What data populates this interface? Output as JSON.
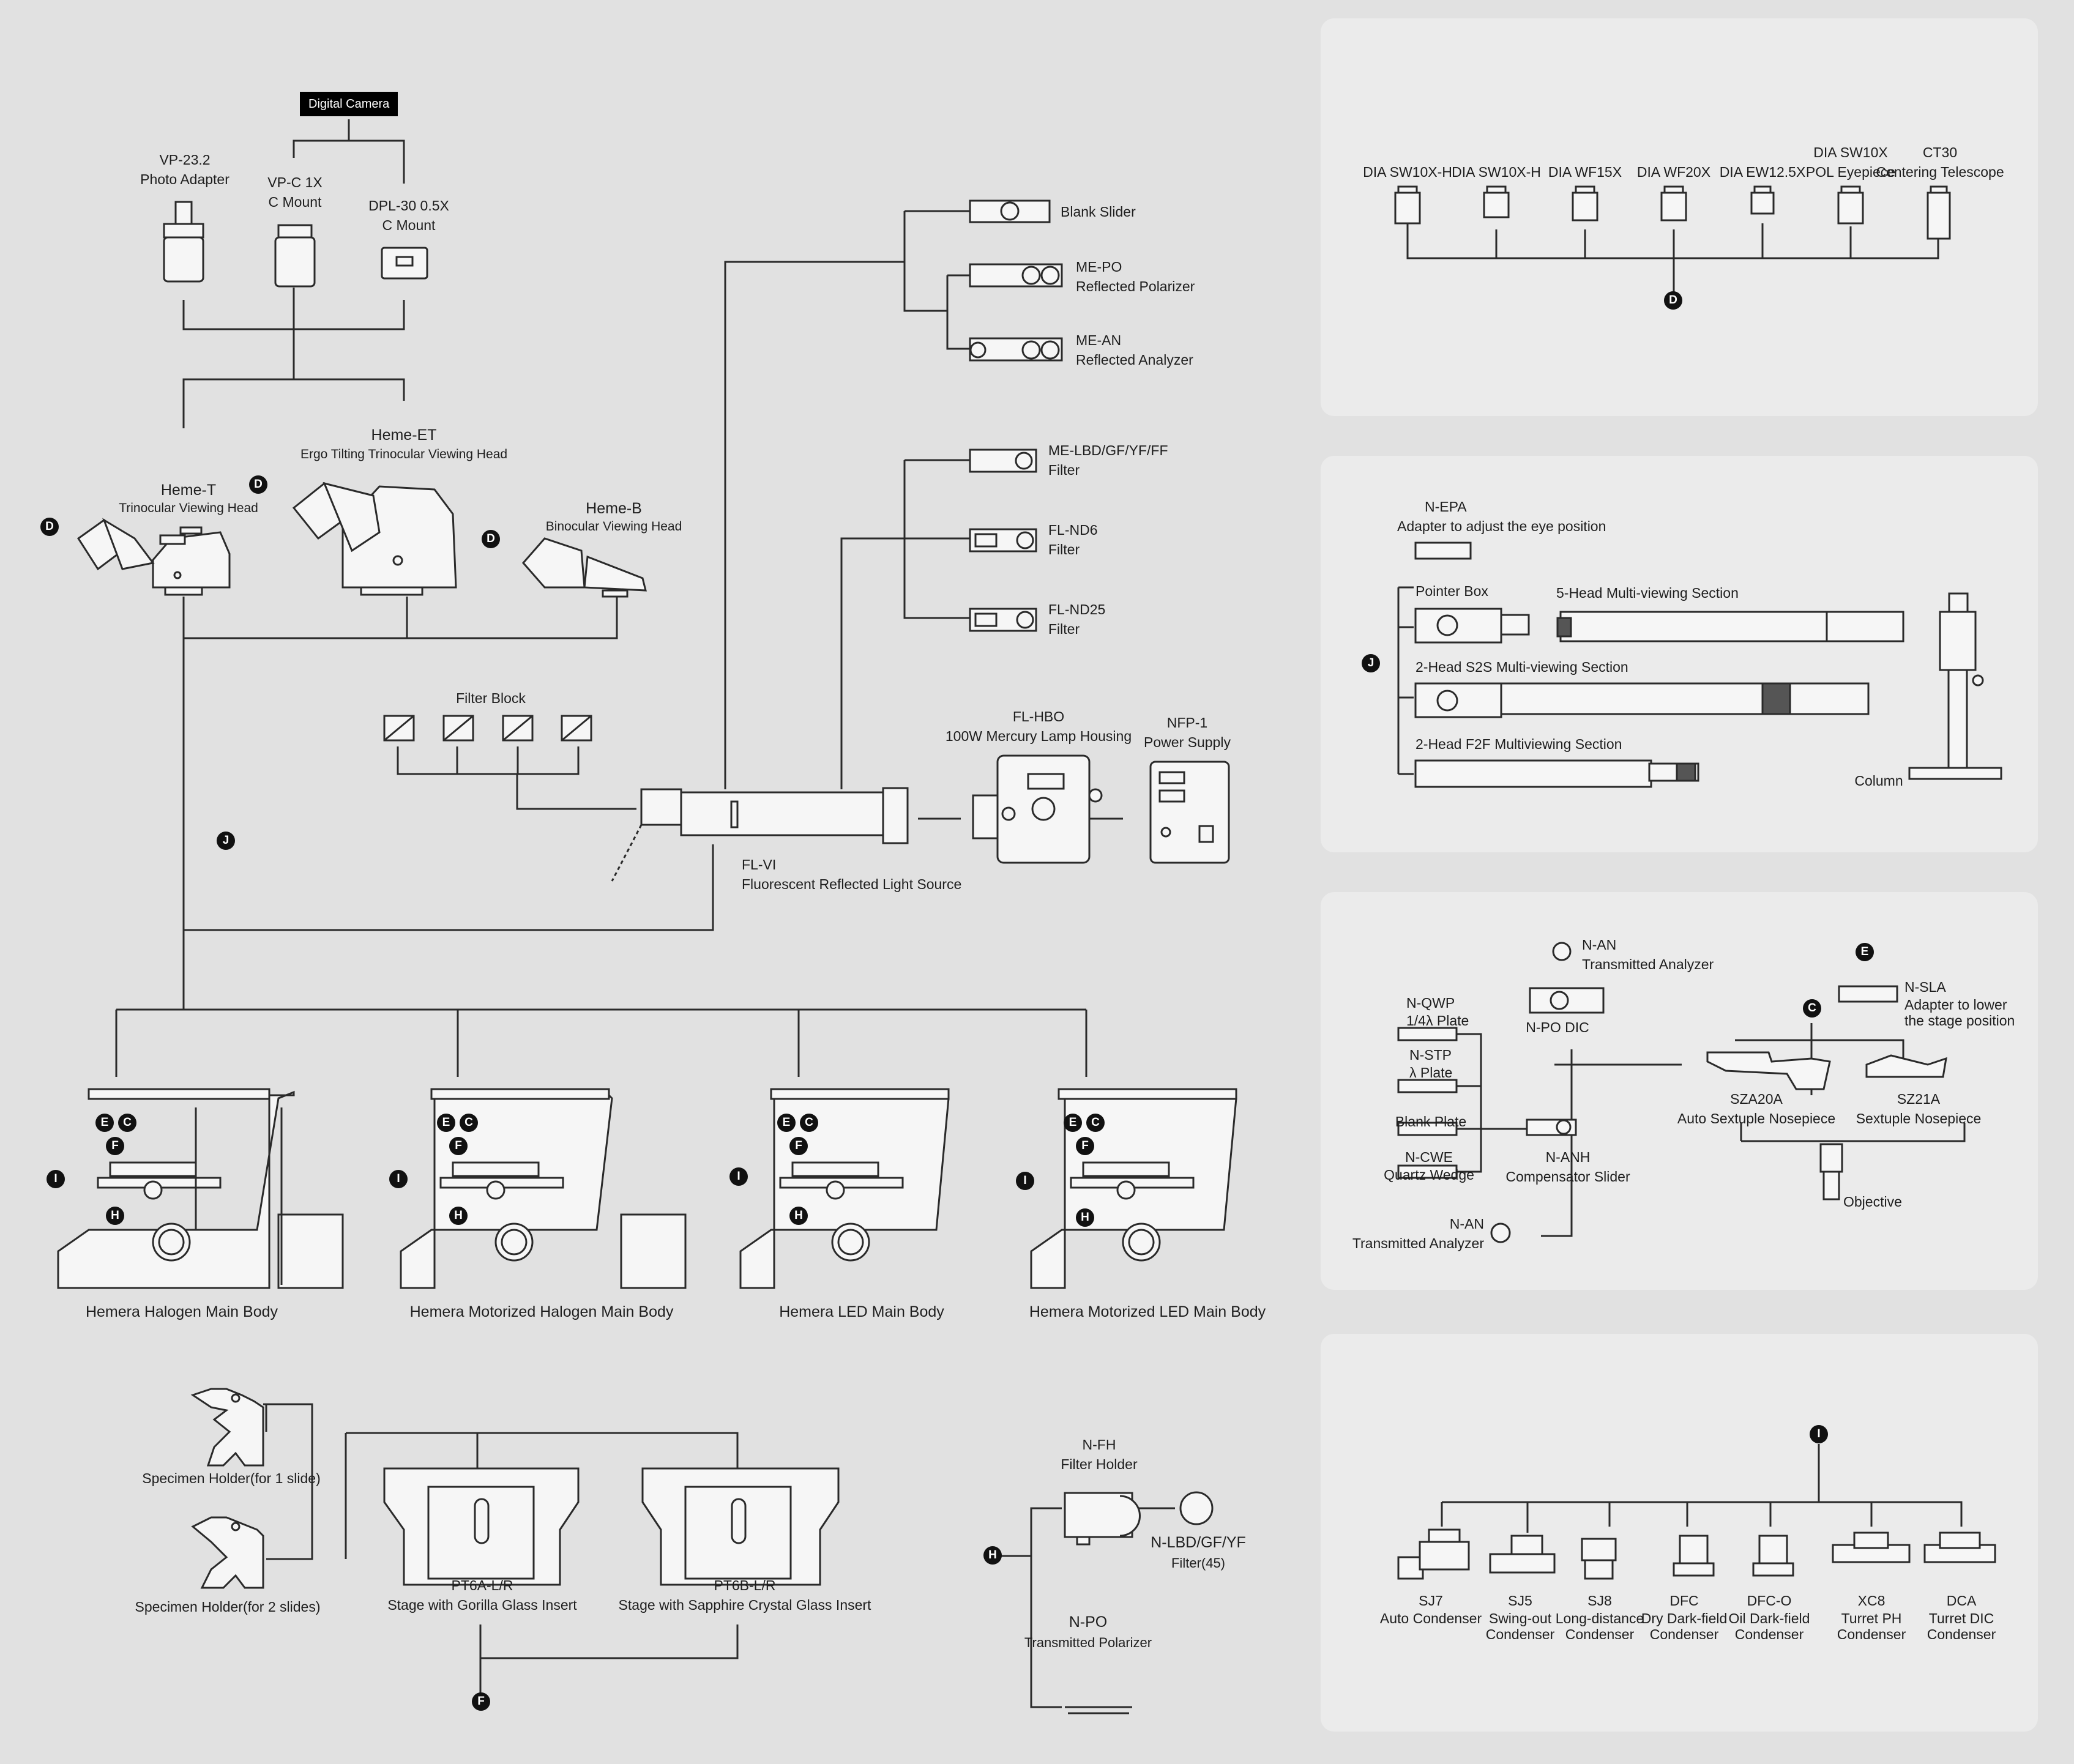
{
  "digital_camera": "Digital Camera",
  "camera": {
    "vp232": [
      "VP-23.2",
      "Photo Adapter"
    ],
    "vpc1x": [
      "VP-C 1X",
      "C Mount"
    ],
    "dpl30": [
      "DPL-30 0.5X",
      "C Mount"
    ]
  },
  "heads": {
    "heme_t": [
      "Heme-T",
      "Trinocular Viewing Head"
    ],
    "heme_et": [
      "Heme-ET",
      "Ergo Tilting Trinocular Viewing Head"
    ],
    "heme_b": [
      "Heme-B",
      "Binocular Viewing Head"
    ]
  },
  "sliders": {
    "blank": [
      "Blank Slider"
    ],
    "me_po": [
      "ME-PO",
      "Reflected Polarizer"
    ],
    "me_an": [
      "ME-AN",
      "Reflected Analyzer"
    ]
  },
  "filters": {
    "me_lbd": [
      "ME-LBD/GF/YF/FF",
      "Filter"
    ],
    "fl_nd6": [
      "FL-ND6",
      "Filter"
    ],
    "fl_nd25": [
      "FL-ND25",
      "Filter"
    ]
  },
  "filter_block": "Filter Block",
  "fl_hbo": [
    "FL-HBO",
    "100W Mercury Lamp Housing"
  ],
  "nfp1": [
    "NFP-1",
    "Power Supply"
  ],
  "fl_vi": [
    "FL-VI",
    "Fluorescent Reflected Light Source"
  ],
  "bodies": [
    "Hemera Halogen Main Body",
    "Hemera Motorized Halogen Main Body",
    "Hemera LED Main Body",
    "Hemera Motorized LED Main Body"
  ],
  "stage": {
    "holder1": "Specimen Holder(for 1 slide)",
    "holder2": "Specimen Holder(for 2 slides)",
    "pt6a": [
      "PT6A-L/R",
      "Stage with Gorilla Glass Insert"
    ],
    "pt6b": [
      "PT6B-L/R",
      "Stage with Sapphire Crystal Glass Insert"
    ]
  },
  "fh": {
    "nfh": [
      "N-FH",
      "Filter Holder"
    ],
    "nlbd": [
      "N-LBD/GF/YF",
      "Filter(45)"
    ],
    "npo": [
      "N-PO",
      "Transmitted Polarizer"
    ]
  },
  "eyepieces": [
    [
      "DIA SW10X-H"
    ],
    [
      "DIA SW10X-H"
    ],
    [
      "DIA WF15X"
    ],
    [
      "DIA WF20X"
    ],
    [
      "DIA EW12.5X"
    ],
    [
      "DIA SW10X",
      "POL Eyepiece"
    ],
    [
      "CT30",
      "Centering Telescope"
    ]
  ],
  "multiview": {
    "nepa": [
      "N-EPA",
      "Adapter to adjust the eye position"
    ],
    "pointer": "Pointer Box",
    "five_head": "5-Head Multi-viewing Section",
    "s2s": "2-Head S2S Multi-viewing Section",
    "f2f": "2-Head F2F Multiviewing Section",
    "column": "Column"
  },
  "pol": {
    "n_an_top": [
      "N-AN",
      "Transmitted Analyzer"
    ],
    "n_po_dic": "N-PO DIC",
    "n_qwp": [
      "N-QWP",
      "1/4λ Plate"
    ],
    "n_stp": [
      "N-STP",
      "λ Plate"
    ],
    "blank_plate": "Blank Plate",
    "n_cwe": [
      "N-CWE",
      "Quartz Wedge"
    ],
    "n_anh": [
      "N-ANH",
      "Compensator Slider"
    ],
    "n_an_bottom": [
      "N-AN",
      "Transmitted Analyzer"
    ],
    "n_sla": [
      "N-SLA",
      "Adapter to lower",
      "the stage position"
    ],
    "sza20a": [
      "SZA20A",
      "Auto Sextuple Nosepiece"
    ],
    "sz21a": [
      "SZ21A",
      "Sextuple Nosepiece"
    ],
    "objective": "Objective"
  },
  "condensers": [
    [
      "SJ7",
      "Auto Condenser"
    ],
    [
      "SJ5",
      "Swing-out",
      "Condenser"
    ],
    [
      "SJ8",
      "Long-distance",
      "Condenser"
    ],
    [
      "DFC",
      "Dry Dark-field",
      "Condenser"
    ],
    [
      "DFC-O",
      "Oil Dark-field",
      "Condenser"
    ],
    [
      "XC8",
      "Turret PH",
      "Condenser"
    ],
    [
      "DCA",
      "Turret DIC",
      "Condenser"
    ]
  ],
  "tags": {
    "D": "D",
    "J": "J",
    "E": "E",
    "C": "C",
    "F": "F",
    "I": "I",
    "H": "H"
  },
  "colors": {
    "background": "#e1e1e1",
    "panel": "#ebebeb",
    "line": "#2a2a2a",
    "tag": "#111111"
  }
}
